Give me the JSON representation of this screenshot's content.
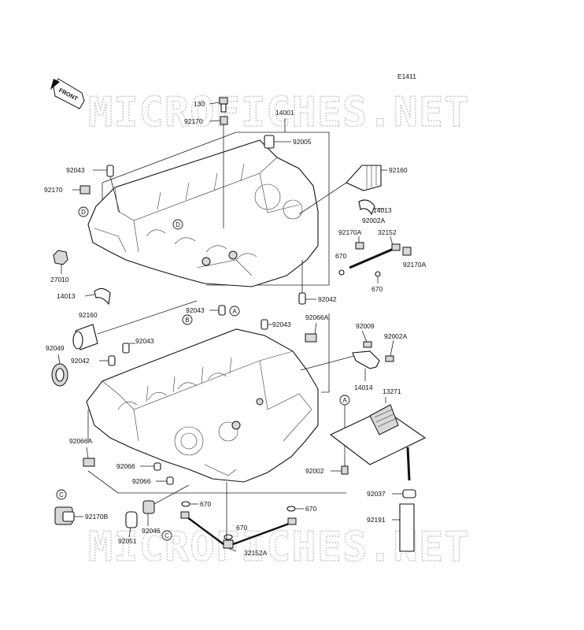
{
  "diagram_code": "E1411",
  "front_arrow_text": "FRONT",
  "watermark": "MICROFICHES.NET",
  "labels": {
    "p130": "130",
    "p92170_top": "92170",
    "p14001": "14001",
    "p92005": "92005",
    "p92043_a": "92043",
    "p92170_left": "92170",
    "p92160_top": "92160",
    "p14013_right": "14013",
    "p92002A_top": "92002A",
    "p92170A_a": "92170A",
    "p32152": "32152",
    "p670_a": "670",
    "p92170A_b": "92170A",
    "p670_b": "670",
    "p27010": "27010",
    "p14013_left": "14013",
    "p92042_top": "92042",
    "p92043_b": "92043",
    "p92043_c": "92043",
    "p92066A_top": "92066A",
    "p92160_left": "92160",
    "p92009": "92009",
    "p92002A_mid": "92002A",
    "p92049": "92049",
    "p92043_d": "92043",
    "p92042_left": "92042",
    "p14014": "14014",
    "p13271": "13271",
    "p92066A_left": "92066A",
    "p92066_a": "92066",
    "p92066_b": "92066",
    "p92002": "92002",
    "p92037": "92037",
    "p670_c": "670",
    "p670_d": "670",
    "p92170B": "92170B",
    "p92046": "92046",
    "p670_e": "670",
    "p92191": "92191",
    "p92051": "92051",
    "p32152A": "32152A"
  },
  "callouts": {
    "A1": "A",
    "A2": "A",
    "B1": "B",
    "C1": "C",
    "C2": "C",
    "D1": "D",
    "D2": "D"
  }
}
